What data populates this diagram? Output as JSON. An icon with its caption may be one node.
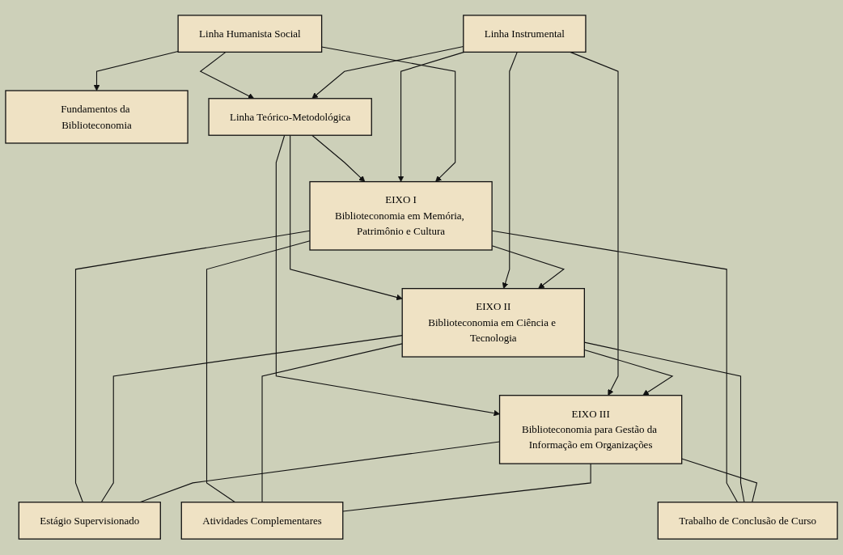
{
  "diagram": {
    "nodes": [
      {
        "text": [
          "Fundamentos da Biblioteconomia"
        ]
      },
      {
        "text": [
          "Linha Humanista Social"
        ]
      },
      {
        "text": [
          "Linha Teórico-Metodológica"
        ]
      },
      {
        "text": [
          "Linha Instrumental"
        ]
      },
      {
        "text": [
          "EIXO I",
          "Biblioteconomia em Memória, Patrimônio e Cultura"
        ]
      },
      {
        "text": [
          "EIXO II",
          "Biblioteconomia em Ciência e Tecnologia"
        ]
      },
      {
        "text": [
          "EIXO III",
          "Biblioteconomia para Gestão da Informação em Organizações"
        ]
      },
      {
        "text": [
          "Estágio Supervisionado"
        ]
      },
      {
        "text": [
          "Atividades Complementares"
        ]
      },
      {
        "text": [
          "Trabalho de Conclusão de Curso"
        ]
      }
    ],
    "edges": [
      {
        "from": 1,
        "to": 0,
        "arrow": "to"
      },
      {
        "from": 1,
        "to": 2,
        "arrow": "to"
      },
      {
        "from": 3,
        "to": 2,
        "arrow": "to"
      },
      {
        "from": 2,
        "to": 4,
        "arrow": "to"
      },
      {
        "from": 2,
        "to": 5,
        "arrow": "to"
      },
      {
        "from": 2,
        "to": 6,
        "arrow": "to"
      },
      {
        "from": 3,
        "to": 4,
        "arrow": "to"
      },
      {
        "from": 3,
        "to": 5,
        "arrow": "to"
      },
      {
        "from": 3,
        "to": 6,
        "arrow": "to"
      },
      {
        "from": 1,
        "to": 4,
        "arrow": "to"
      },
      {
        "from": 4,
        "to": 5,
        "arrow": "to"
      },
      {
        "from": 5,
        "to": 6,
        "arrow": "to"
      },
      {
        "from": 4,
        "to": 7,
        "arrow": "none"
      },
      {
        "from": 4,
        "to": 8,
        "arrow": "none"
      },
      {
        "from": 4,
        "to": 9,
        "arrow": "none"
      },
      {
        "from": 5,
        "to": 7,
        "arrow": "none"
      },
      {
        "from": 5,
        "to": 8,
        "arrow": "none"
      },
      {
        "from": 5,
        "to": 9,
        "arrow": "none"
      },
      {
        "from": 6,
        "to": 7,
        "arrow": "none"
      },
      {
        "from": 6,
        "to": 8,
        "arrow": "none"
      },
      {
        "from": 6,
        "to": 9,
        "arrow": "none"
      }
    ]
  }
}
